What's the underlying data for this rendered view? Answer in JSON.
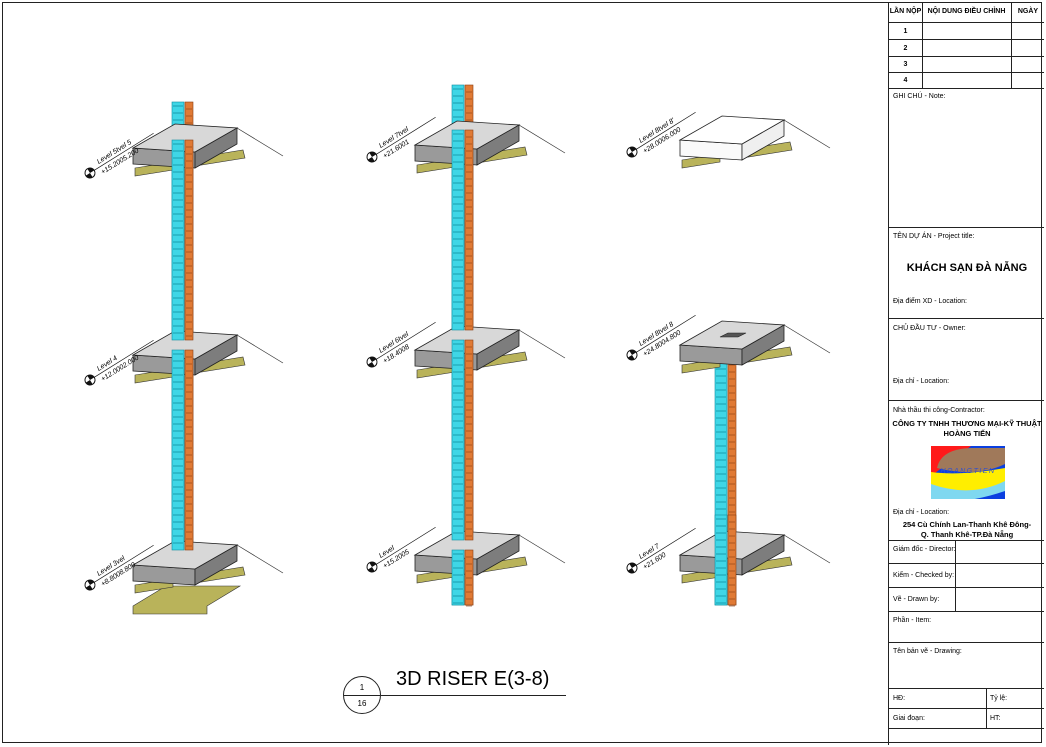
{
  "drawing": {
    "view_title": "3D RISER E(3-8)",
    "view_number": "1",
    "sheet_ref": "16",
    "columns": [
      {
        "levels": [
          {
            "name": "Level 5tvel 5",
            "elev": "+15.2005.200"
          },
          {
            "name": "Level 4",
            "elev": "+12.0002.000"
          },
          {
            "name": "Level 3vel",
            "elev": "+8.8008.800"
          }
        ]
      },
      {
        "levels": [
          {
            "name": "Level 7tvel",
            "elev": "+21.6001"
          },
          {
            "name": "Level 6tvel",
            "elev": "+18.4008"
          },
          {
            "name": "Level",
            "elev": "+15.2005"
          }
        ]
      },
      {
        "levels": [
          {
            "name": "Level 8tvel 8'",
            "elev": "+28.0006.000"
          },
          {
            "name": "Level 8tvel 8",
            "elev": "+24.8004.800"
          },
          {
            "name": "Level 7",
            "elev": "+21.600"
          }
        ]
      }
    ],
    "colors": {
      "riser_cyan": "#3fd6e6",
      "riser_orange": "#e07a35",
      "slab": "#d8d8d8",
      "beam": "#b9b35a"
    }
  },
  "title_block": {
    "revision_headers": [
      "LẦN NỘP",
      "NỘI DUNG ĐIỀU CHỈNH",
      "NGÀY"
    ],
    "revision_rows": [
      "1",
      "2",
      "3",
      "4"
    ],
    "note_label": "GHI CHÚ - Note:",
    "project_label": "TÊN DỰ ÁN - Project title:",
    "project_name": "KHÁCH SẠN ĐÀ NẴNG",
    "project_location_label": "Địa điểm XD - Location:",
    "owner_label": "CHỦ ĐẦU TƯ - Owner:",
    "owner_address_label": "Địa chỉ - Location:",
    "contractor_label": "Nhà thầu thi công-Contractor:",
    "contractor_name_1": "CÔNG TY TNHH THƯƠNG MẠI-KỸ THUẬT",
    "contractor_name_2": "HOÀNG TIẾN",
    "logo_text": "HOANGTIEN",
    "contractor_address_label": "Địa chỉ - Location:",
    "contractor_address_1": "254 Cù Chính Lan-Thanh Khê Đông-",
    "contractor_address_2": "Q. Thanh Khê-TP.Đà Nẵng",
    "director_label": "Giám đốc - Director:",
    "checked_label": "Kiểm - Checked by:",
    "drawn_label": "Vẽ - Drawn by:",
    "item_label": "Phần - Item:",
    "drawing_label": "Tên bản vẽ - Drawing:",
    "hd_label": "HĐ:",
    "scale_label": "Tỷ lệ:",
    "phase_label": "Giai đoạn:",
    "ht_label": "HT:"
  }
}
